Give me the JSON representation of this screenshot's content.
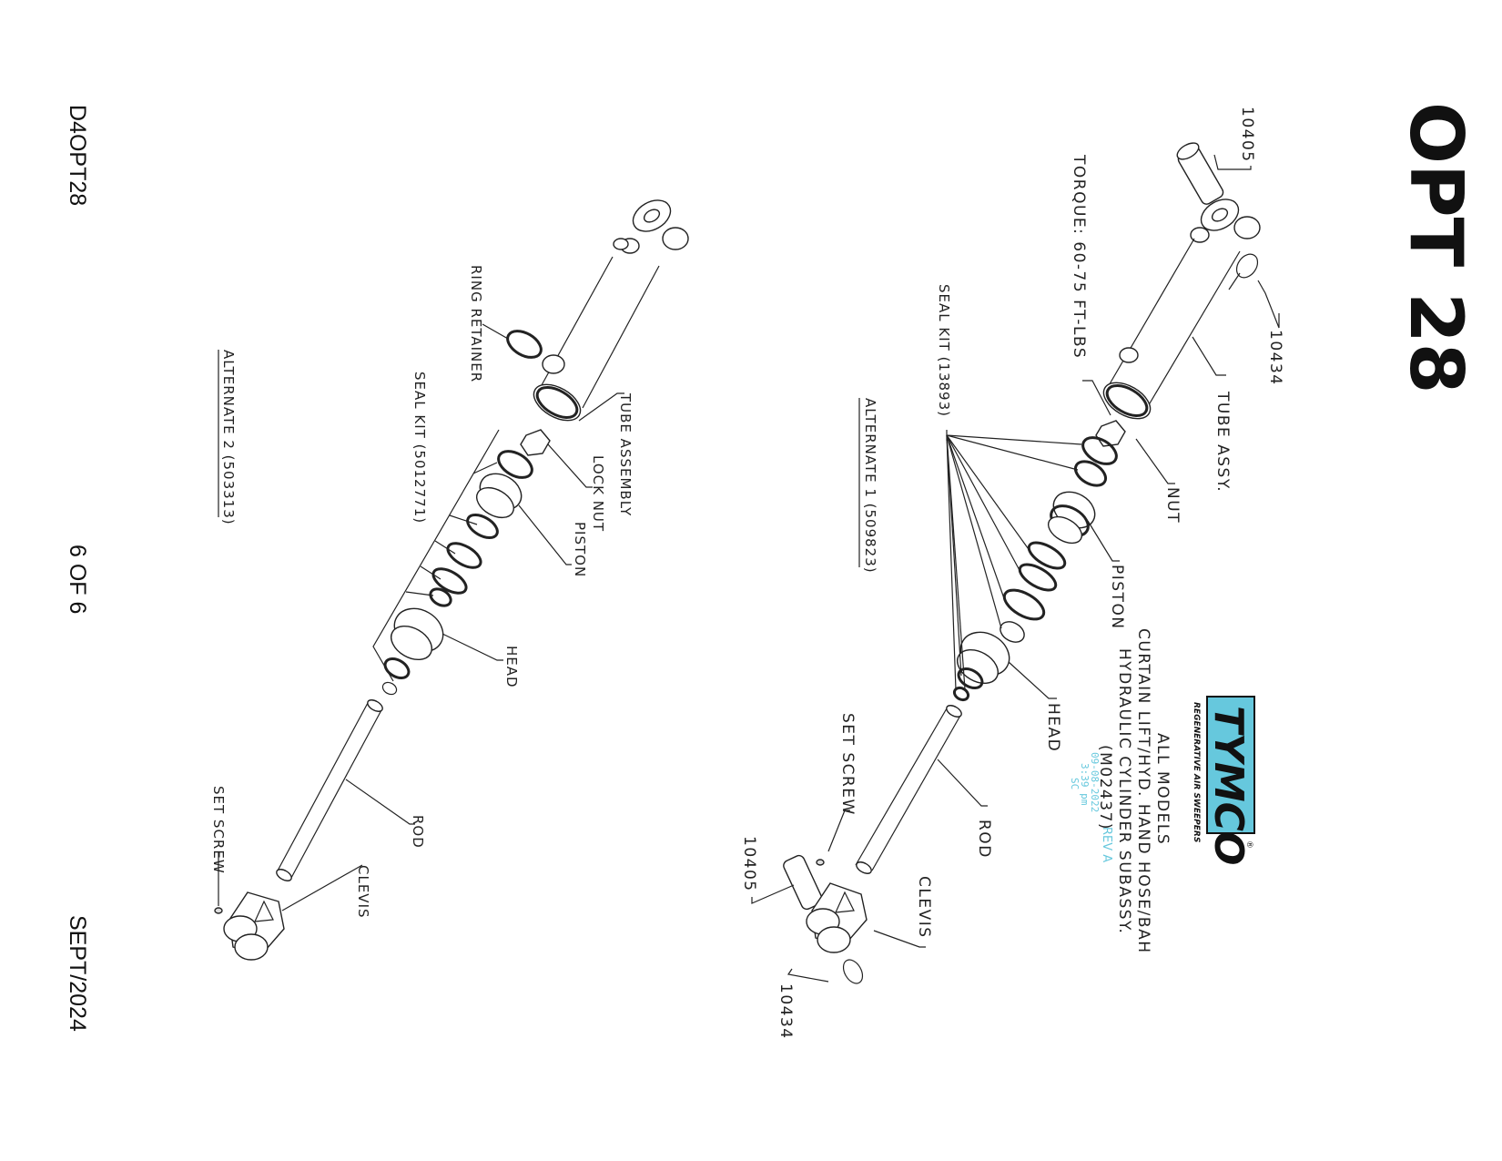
{
  "header": {
    "title": "OPT 28"
  },
  "footer": {
    "doc_id": "D4OPT28",
    "page": "6 OF 6",
    "date": "SEPT/2024"
  },
  "title_block": {
    "brand": "TYMCO",
    "tagline": "REGENERATIVE AIR SWEEPERS",
    "registered": "®",
    "line1": "ALL MODELS",
    "line2": "CURTAIN LIFT/HYD. HAND HOSE/BAH",
    "line3": "HYDRAULIC CYLINDER SUBASSY.",
    "part_no": "(M02437)",
    "rev": "REV A",
    "stamp_date": "09-08-2022",
    "stamp_time": "3:39 pm",
    "stamp_init": "SC"
  },
  "alternate1": {
    "caption": "ALTERNATE 1 (509823)",
    "labels": {
      "pin_top": "10405",
      "clip_top": "10434",
      "tube": "TUBE ASSY.",
      "torque": "TORQUE: 60-75 FT-LBS",
      "nut": "NUT",
      "seal_kit": "SEAL KIT (13893)",
      "piston": "PISTON",
      "head": "HEAD",
      "rod": "ROD",
      "set_screw": "SET SCREW",
      "clevis": "CLEVIS",
      "pin_bottom": "10405",
      "clip_bottom": "10434"
    }
  },
  "alternate2": {
    "caption": "ALTERNATE 2 (503313)",
    "labels": {
      "ring_retainer": "RING RETAINER",
      "tube": "TUBE ASSEMBLY",
      "lock_nut": "LOCK NUT",
      "seal_kit": "SEAL KIT (5012771)",
      "piston": "PISTON",
      "head": "HEAD",
      "rod": "ROD",
      "set_screw": "SET SCREW",
      "clevis": "CLEVIS"
    }
  },
  "colors": {
    "brand": "#66c8dd",
    "ink": "#222222"
  }
}
